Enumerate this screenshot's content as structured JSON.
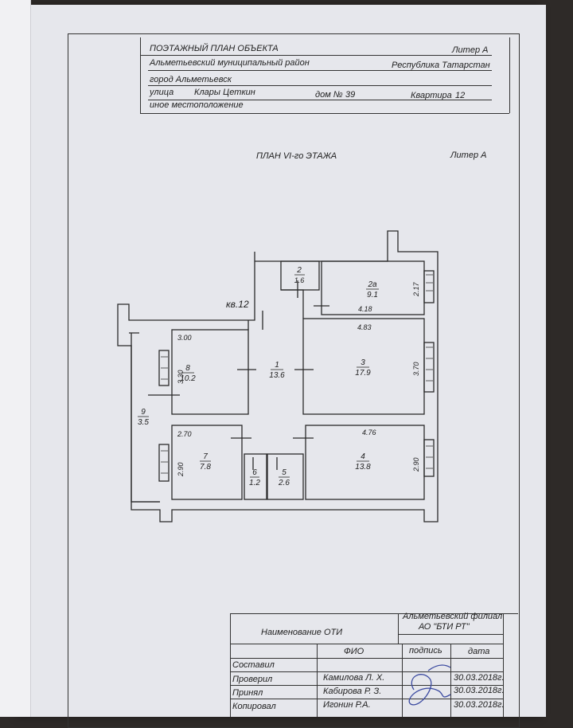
{
  "header": {
    "title": "ПОЭТАЖНЫЙ ПЛАН ОБЪЕКТА",
    "liter": "Литер А",
    "district": "Альметьевский муниципальный район",
    "republic": "Республика Татарстан",
    "city": "город Альметьевск",
    "street_label": "улица",
    "street": "Клары Цеткин",
    "house_label": "дом №",
    "house": "39",
    "apartment_label": "Квартира",
    "apartment": "12",
    "other_location": "иное местоположение"
  },
  "plan": {
    "title": "ПЛАН  VI-го ЭТАЖА",
    "liter": "Литер А",
    "apartment_mark": "кв.12",
    "rooms": [
      {
        "no": "1",
        "area": "13.6"
      },
      {
        "no": "2",
        "area": "1.6"
      },
      {
        "no": "2а",
        "area": "9.1"
      },
      {
        "no": "3",
        "area": "17.9"
      },
      {
        "no": "4",
        "area": "13.8"
      },
      {
        "no": "5",
        "area": "2.6"
      },
      {
        "no": "6",
        "area": "1.2"
      },
      {
        "no": "7",
        "area": "7.8"
      },
      {
        "no": "8",
        "area": "10.2"
      },
      {
        "no": "9",
        "area": "3.5"
      }
    ],
    "dimensions": [
      "3.00",
      "3.30",
      "2.70",
      "2.90",
      "4.18",
      "2.17",
      "4.83",
      "3.70",
      "4.76",
      "2.90"
    ]
  },
  "footer": {
    "org_label": "Наименование ОТИ",
    "org_line1": "Альметьевский филиал",
    "org_line2": "АО \"БТИ РТ\"",
    "col_fio": "ФИО",
    "col_sign": "подпись",
    "col_date": "дата",
    "rows": [
      {
        "role": "Составил",
        "name": "",
        "date": ""
      },
      {
        "role": "Проверил",
        "name": "Камилова Л. Х.",
        "date": "30.03.2018г."
      },
      {
        "role": "Принял",
        "name": "Кабирова Р. З.",
        "date": "30.03.2018г."
      },
      {
        "role": "Копировал",
        "name": "Игонин Р.А.",
        "date": "30.03.2018г."
      }
    ]
  }
}
